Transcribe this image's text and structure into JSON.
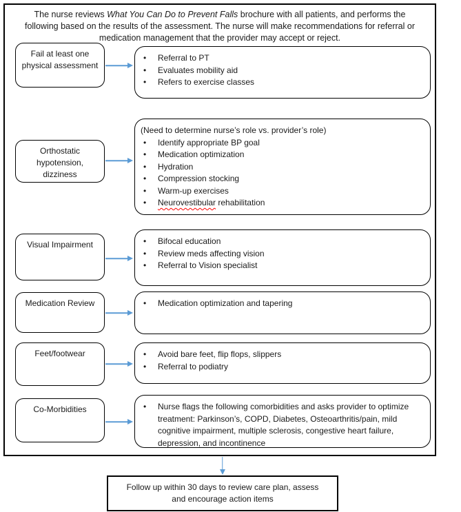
{
  "header": {
    "segments": [
      {
        "text": "The nurse reviews ",
        "italic": false
      },
      {
        "text": "What You Can Do to Prevent Falls",
        "italic": true
      },
      {
        "text": " brochure with all patients, and performs the following based on the results of the assessment. The nurse will make recommendations for referral or medication management that the provider may accept or reject.",
        "italic": false
      }
    ]
  },
  "rows": [
    {
      "condition": "Fail at least one physical assessment",
      "bullets": [
        "Referral to PT",
        "Evaluates mobility aid",
        "Refers to exercise classes"
      ]
    },
    {
      "condition": "Orthostatic hypotension, dizziness",
      "intro": "(Need to determine nurse’s role vs. provider’s role)",
      "bullets": [
        "Identify appropriate BP goal",
        "Medication optimization",
        "Hydration",
        "Compression stocking",
        "Warm-up exercises",
        {
          "misspelled": "Neurovestibular",
          "text": " rehabilitation"
        }
      ]
    },
    {
      "condition": "Visual Impairment",
      "bullets": [
        "Bifocal education",
        "Review meds affecting vision",
        "Referral to Vision specialist"
      ]
    },
    {
      "condition": "Medication Review",
      "bullets": [
        "Medication optimization and tapering"
      ]
    },
    {
      "condition": "Feet/footwear",
      "bullets": [
        "Avoid bare feet, flip flops, slippers",
        "Referral to podiatry"
      ]
    },
    {
      "condition": "Co-Morbidities",
      "bullets": [
        "Nurse flags the following comorbidities and asks provider to optimize treatment: Parkinson’s, COPD, Diabetes, Osteoarthritis/pain, mild cognitive impairment, multiple sclerosis, congestive heart failure, depression, and incontinence"
      ]
    }
  ],
  "follow_up": {
    "text": "Follow up within 30 days to review care plan, assess and encourage action items"
  },
  "colors": {
    "arrow": "#5B9BD5",
    "border": "#000000",
    "spellcheck_underline": "#FF0000"
  }
}
